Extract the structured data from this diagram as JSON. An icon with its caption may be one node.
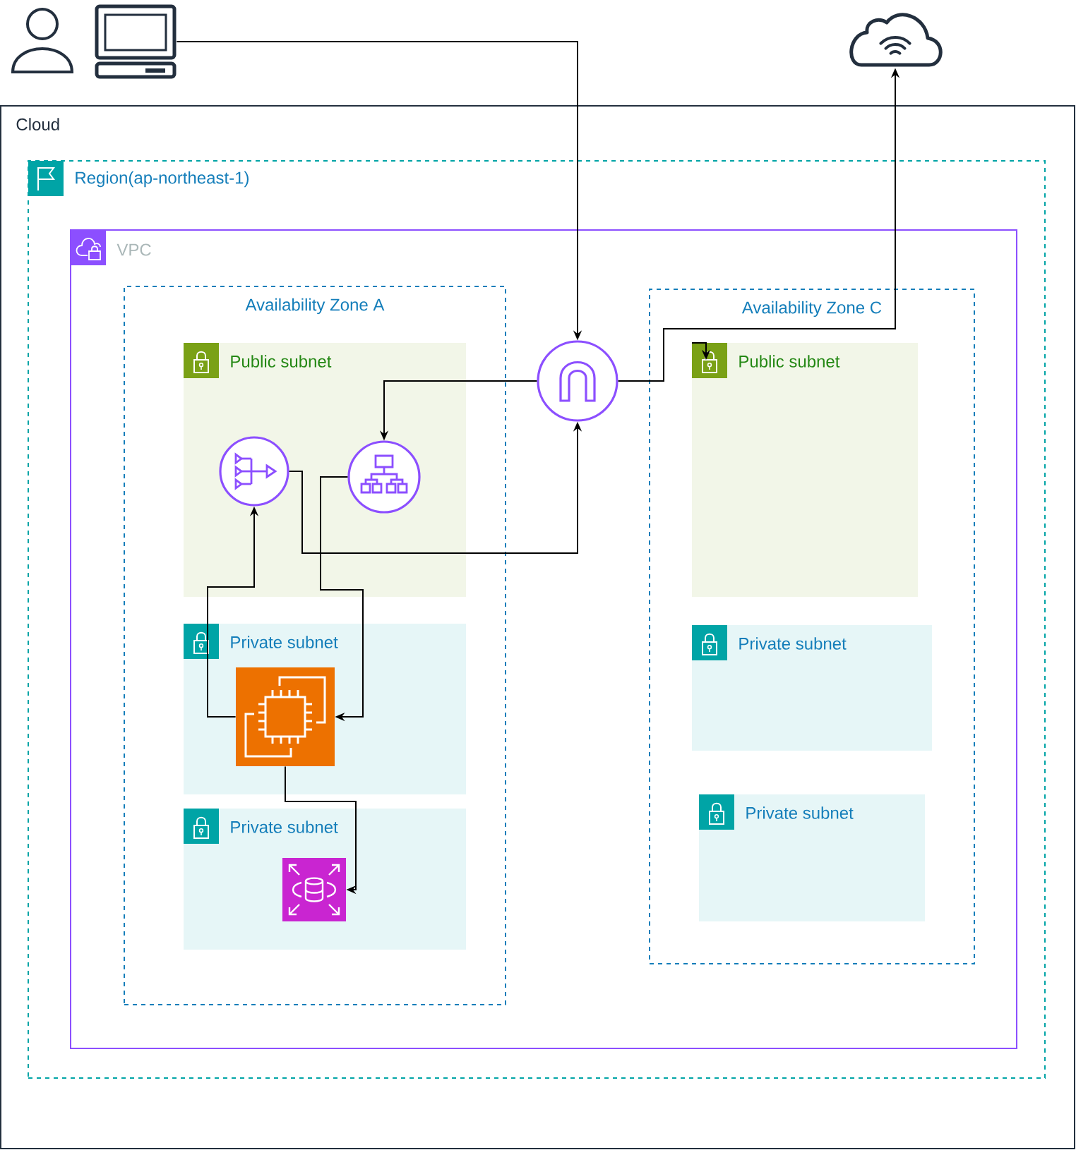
{
  "diagram": {
    "nodes": [
      {
        "text": [],
        "shape": "picture"
      },
      {
        "text": [],
        "shape": "cloud"
      },
      {
        "text": [
          "Cloud"
        ]
      },
      {
        "text": [
          "Region(ap-northeast-1)"
        ],
        "in": 2
      },
      {
        "text": [
          "VPC"
        ],
        "in": 3
      },
      {
        "text": [
          "Availability Zone A"
        ],
        "in": 4
      },
      {
        "text": [
          "Public subnet"
        ],
        "in": 5
      },
      {
        "text": [],
        "shape": "circle",
        "in": 6
      },
      {
        "text": [],
        "shape": "circle",
        "in": 6
      },
      {
        "text": [],
        "shape": "circle",
        "in": 4
      },
      {
        "text": [
          "Private subnet"
        ],
        "in": 5
      },
      {
        "text": [],
        "shape": "box",
        "in": 10
      },
      {
        "text": [
          "Private subnet"
        ],
        "in": 5
      },
      {
        "text": [],
        "shape": "box",
        "in": 12
      },
      {
        "text": [
          "Availability Zone C"
        ],
        "in": 4
      },
      {
        "text": [
          "Public subnet"
        ],
        "in": 14
      },
      {
        "text": [
          "Private subnet"
        ],
        "in": 14
      },
      {
        "text": [
          "Private subnet"
        ],
        "in": 14
      }
    ],
    "edges": [
      {
        "from": 0,
        "to": 9,
        "arrow": "to"
      },
      {
        "from": 9,
        "to": 1,
        "arrow": "to"
      },
      {
        "from": 9,
        "to": 8,
        "arrow": "to"
      },
      {
        "from": 7,
        "to": 9,
        "arrow": "to"
      },
      {
        "from": 8,
        "to": 11,
        "arrow": "to"
      },
      {
        "from": 11,
        "to": 7,
        "arrow": "to"
      },
      {
        "from": 11,
        "to": 13,
        "arrow": "to"
      },
      {
        "from": null,
        "to": 15,
        "arrow": "to"
      }
    ]
  }
}
